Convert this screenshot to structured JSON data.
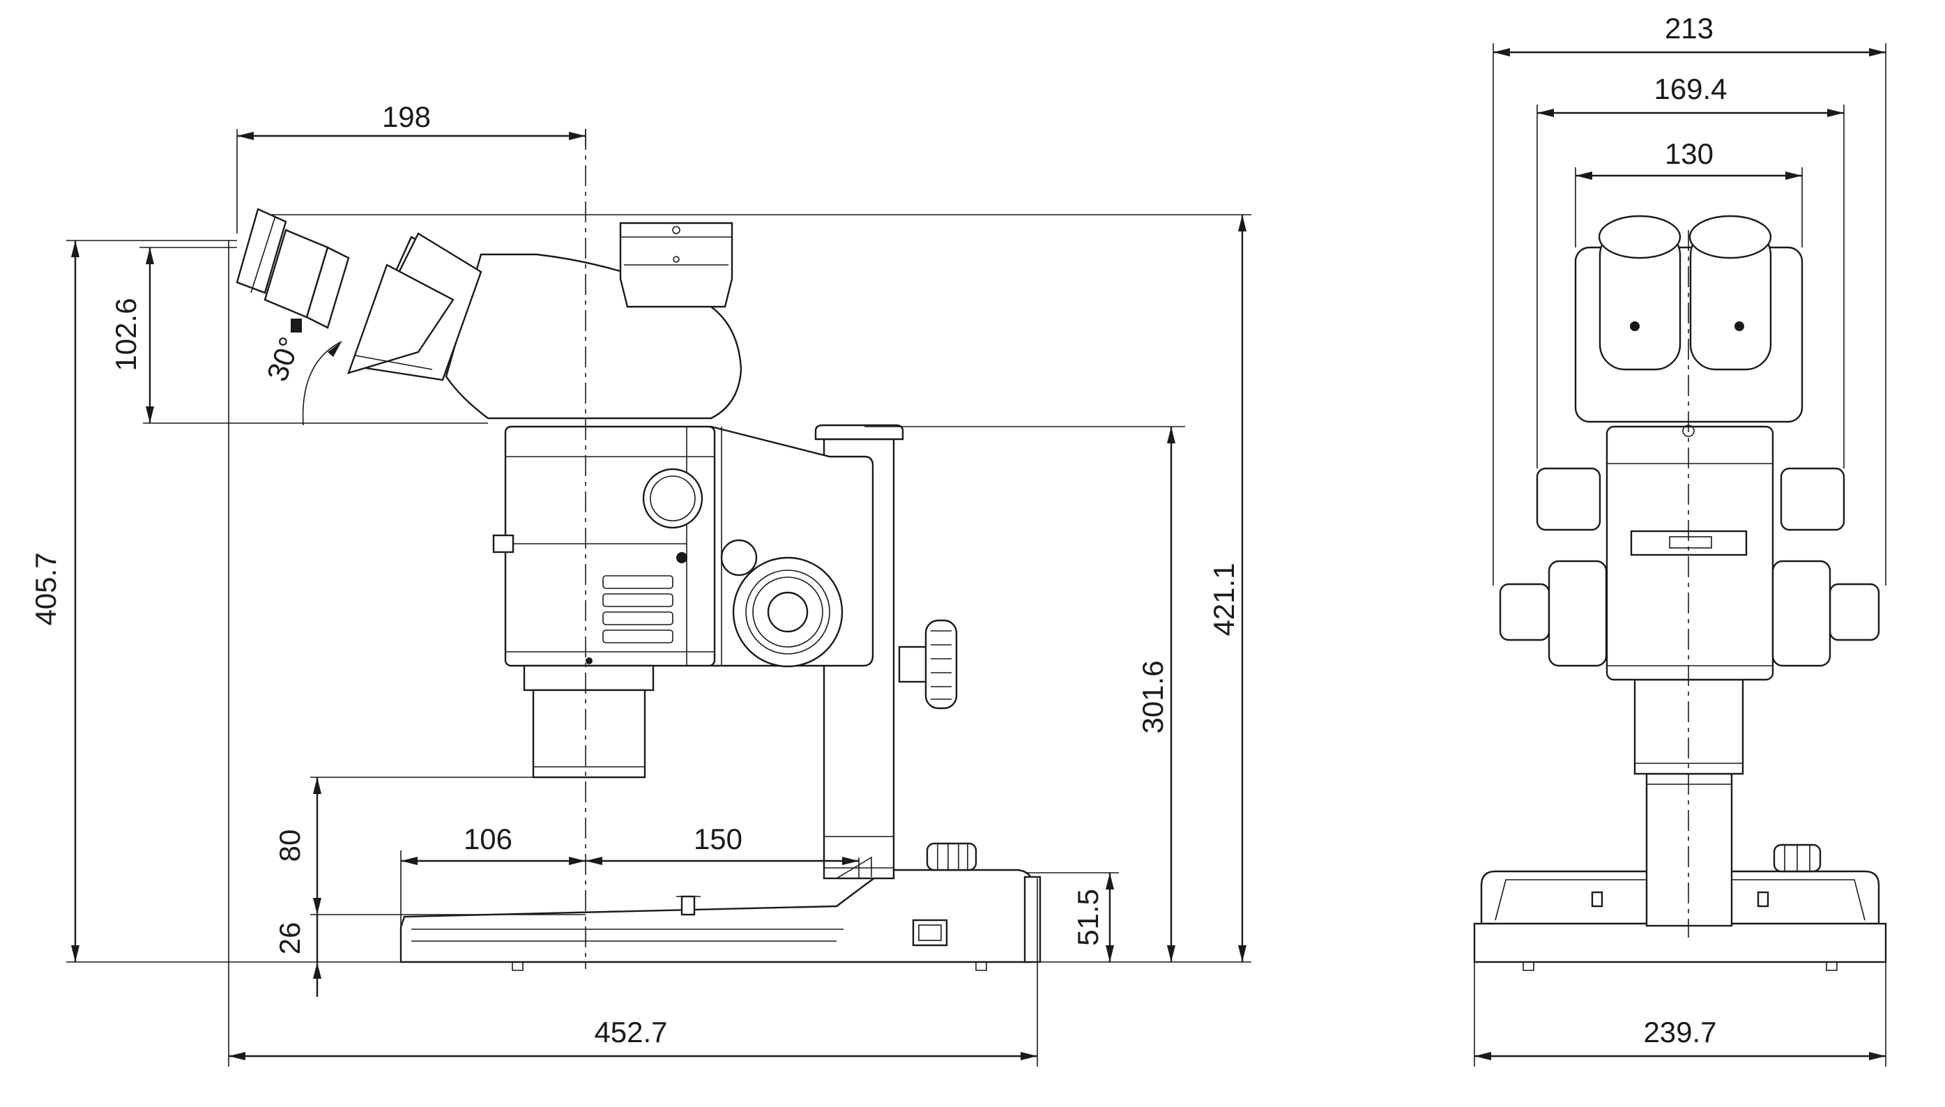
{
  "side_view": {
    "dims": {
      "eyepiece_to_axis": "198",
      "eyepiece_height": "102.6",
      "overall_height": "405.7",
      "angle": "30°",
      "pillar_height": "421.1",
      "zoom_body_height": "301.6",
      "working_height": "80",
      "base_thickness": "26",
      "front_to_axis": "106",
      "axis_to_pillar": "150",
      "pillar_base_height": "51.5",
      "overall_depth": "452.7"
    }
  },
  "front_view": {
    "dims": {
      "focus_knob_width": "213",
      "zoom_knob_width": "169.4",
      "head_width": "130",
      "base_width": "239.7"
    }
  }
}
